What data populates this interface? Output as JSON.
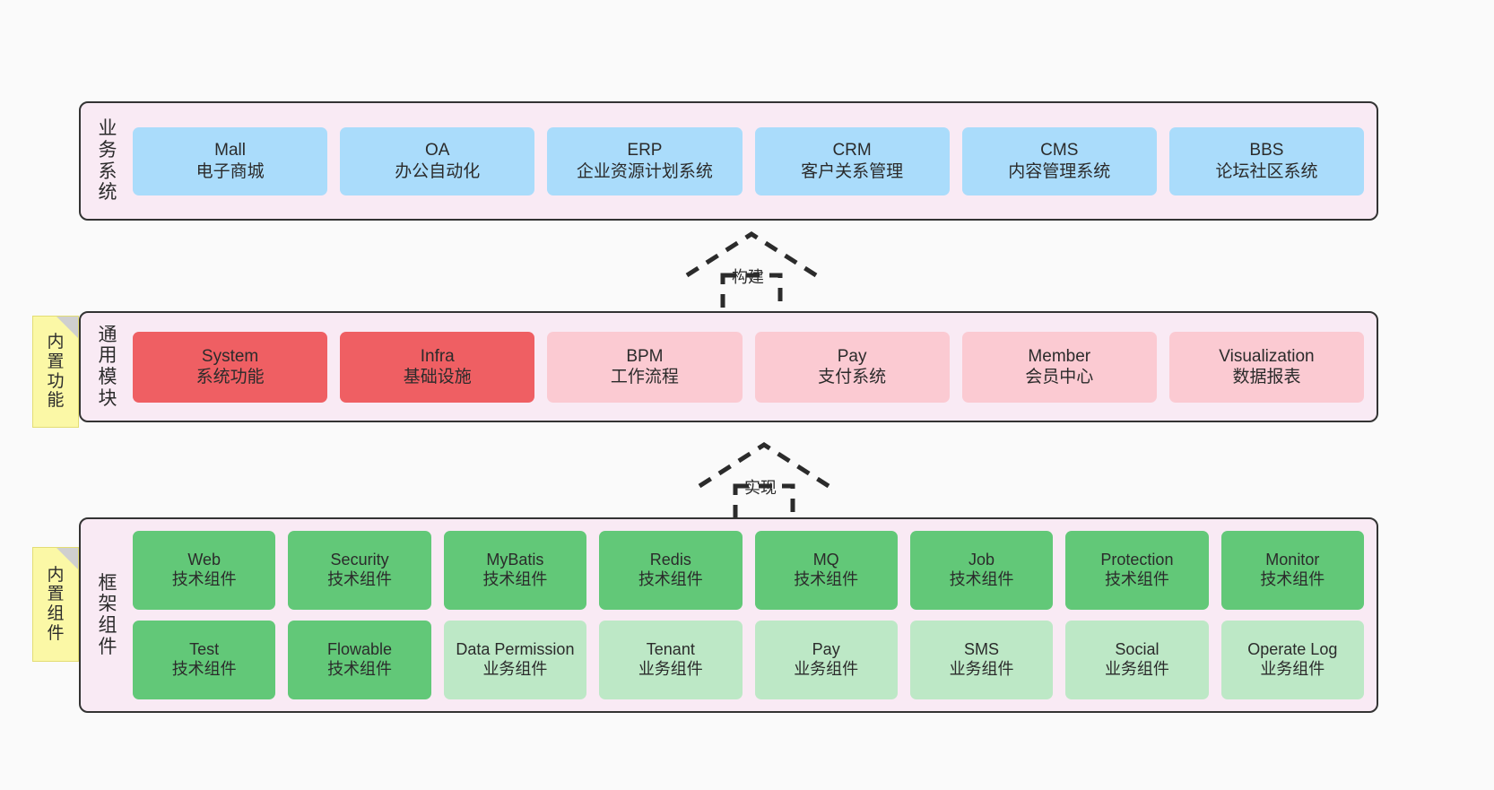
{
  "layers": [
    {
      "id": "business",
      "title": "业务系统",
      "rows": [
        {
          "cells": [
            {
              "t1": "Mall",
              "t2": "电子商城",
              "color": "#aadcfb"
            },
            {
              "t1": "OA",
              "t2": "办公自动化",
              "color": "#aadcfb"
            },
            {
              "t1": "ERP",
              "t2": "企业资源计划系统",
              "color": "#aadcfb"
            },
            {
              "t1": "CRM",
              "t2": "客户关系管理",
              "color": "#aadcfb"
            },
            {
              "t1": "CMS",
              "t2": "内容管理系统",
              "color": "#aadcfb"
            },
            {
              "t1": "BBS",
              "t2": "论坛社区系统",
              "color": "#aadcfb"
            }
          ]
        }
      ]
    },
    {
      "id": "modules",
      "title": "通用模块",
      "rows": [
        {
          "cells": [
            {
              "t1": "System",
              "t2": "系统功能",
              "color": "#ef5f63"
            },
            {
              "t1": "Infra",
              "t2": "基础设施",
              "color": "#ef5f63"
            },
            {
              "t1": "BPM",
              "t2": "工作流程",
              "color": "#fbcad2"
            },
            {
              "t1": "Pay",
              "t2": "支付系统",
              "color": "#fbcad2"
            },
            {
              "t1": "Member",
              "t2": "会员中心",
              "color": "#fbcad2"
            },
            {
              "t1": "Visualization",
              "t2": "数据报表",
              "color": "#fbcad2"
            }
          ]
        }
      ]
    },
    {
      "id": "framework",
      "title": "框架组件",
      "rows": [
        {
          "cells": [
            {
              "t1": "Web",
              "t2": "技术组件",
              "color": "#62c878"
            },
            {
              "t1": "Security",
              "t2": "技术组件",
              "color": "#62c878"
            },
            {
              "t1": "MyBatis",
              "t2": "技术组件",
              "color": "#62c878"
            },
            {
              "t1": "Redis",
              "t2": "技术组件",
              "color": "#62c878"
            },
            {
              "t1": "MQ",
              "t2": "技术组件",
              "color": "#62c878"
            },
            {
              "t1": "Job",
              "t2": "技术组件",
              "color": "#62c878"
            },
            {
              "t1": "Protection",
              "t2": "技术组件",
              "color": "#62c878"
            },
            {
              "t1": "Monitor",
              "t2": "技术组件",
              "color": "#62c878"
            }
          ]
        },
        {
          "cells": [
            {
              "t1": "Test",
              "t2": "技术组件",
              "color": "#62c878"
            },
            {
              "t1": "Flowable",
              "t2": "技术组件",
              "color": "#62c878"
            },
            {
              "t1": "Data Permission",
              "t2": "业务组件",
              "color": "#bde8c6"
            },
            {
              "t1": "Tenant",
              "t2": "业务组件",
              "color": "#bde8c6"
            },
            {
              "t1": "Pay",
              "t2": "业务组件",
              "color": "#bde8c6"
            },
            {
              "t1": "SMS",
              "t2": "业务组件",
              "color": "#bde8c6"
            },
            {
              "t1": "Social",
              "t2": "业务组件",
              "color": "#bde8c6"
            },
            {
              "t1": "Operate Log",
              "t2": "业务组件",
              "color": "#bde8c6"
            }
          ]
        }
      ]
    }
  ],
  "stickies": [
    {
      "id": "modules",
      "text": "内置功能"
    },
    {
      "id": "framework",
      "text": "内置组件"
    }
  ],
  "arrows": [
    {
      "id": "build",
      "label": "构建"
    },
    {
      "id": "impl",
      "label": "实现"
    }
  ],
  "colors": {
    "canvas": "#fafafa",
    "layer_fill": "#f9eaf4",
    "layer_border": "#333333",
    "business_box": "#aadcfb",
    "module_strong": "#ef5f63",
    "module_soft": "#fbcad2",
    "tech_component": "#62c878",
    "business_component": "#bde8c6",
    "sticky_fill": "#fbf8a6",
    "sticky_fold": "#cfcfcf",
    "arrow_stroke": "#2b2b2b",
    "text": "#2b2b2b"
  }
}
